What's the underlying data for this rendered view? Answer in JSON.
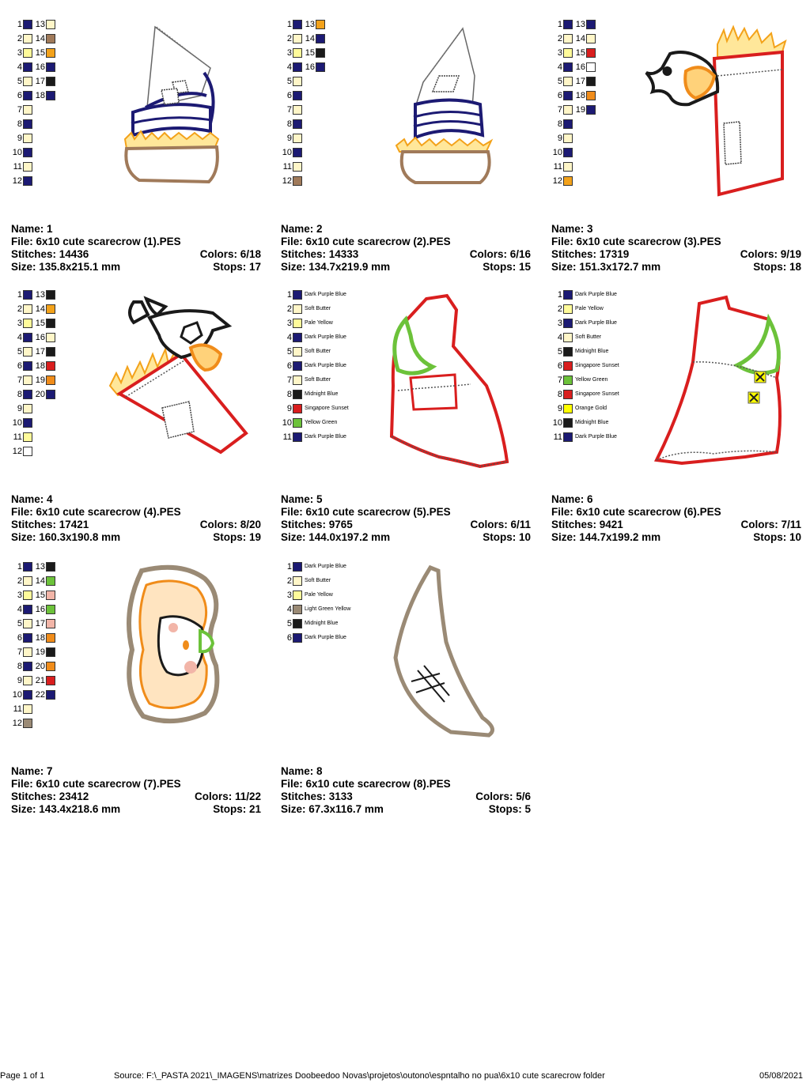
{
  "colors": {
    "navy": "#1c1a73",
    "cream": "#fff6c8",
    "tan": "#a07a5a",
    "orange": "#f3a21a",
    "black": "#1a1a1a",
    "red": "#d91e1e",
    "yellowpale": "#fffb9a",
    "white": "#ffffff",
    "green": "#6cc23a",
    "pink": "#f2b5a8",
    "brown": "#9a8a75",
    "yellow": "#ffff00",
    "gold": "#f08c1a"
  },
  "designs": [
    {
      "name": "Name: 1",
      "file": "File: 6x10 cute scarecrow (1).PES",
      "stitches": "Stitches: 14436",
      "colors": "Colors: 6/18",
      "size": "Size: 135.8x215.1 mm",
      "stops": "Stops: 17",
      "legend_named": false,
      "legend": [
        [
          "1",
          "navy"
        ],
        [
          "2",
          "cream"
        ],
        [
          "3",
          "yellowpale"
        ],
        [
          "4",
          "navy"
        ],
        [
          "5",
          "cream"
        ],
        [
          "6",
          "navy"
        ],
        [
          "7",
          "cream"
        ],
        [
          "8",
          "navy"
        ],
        [
          "9",
          "cream"
        ],
        [
          "10",
          "navy"
        ],
        [
          "11",
          "cream"
        ],
        [
          "12",
          "navy"
        ],
        [
          "13",
          "cream"
        ],
        [
          "14",
          "tan"
        ],
        [
          "15",
          "orange"
        ],
        [
          "16",
          "navy"
        ],
        [
          "17",
          "black"
        ],
        [
          "18",
          "navy"
        ]
      ]
    },
    {
      "name": "Name: 2",
      "file": "File: 6x10 cute scarecrow (2).PES",
      "stitches": "Stitches: 14333",
      "colors": "Colors: 6/16",
      "size": "Size: 134.7x219.9 mm",
      "stops": "Stops: 15",
      "legend_named": false,
      "legend": [
        [
          "1",
          "navy"
        ],
        [
          "2",
          "cream"
        ],
        [
          "3",
          "yellowpale"
        ],
        [
          "4",
          "navy"
        ],
        [
          "5",
          "cream"
        ],
        [
          "6",
          "navy"
        ],
        [
          "7",
          "cream"
        ],
        [
          "8",
          "navy"
        ],
        [
          "9",
          "cream"
        ],
        [
          "10",
          "navy"
        ],
        [
          "11",
          "cream"
        ],
        [
          "12",
          "tan"
        ],
        [
          "13",
          "orange"
        ],
        [
          "14",
          "navy"
        ],
        [
          "15",
          "black"
        ],
        [
          "16",
          "navy"
        ]
      ]
    },
    {
      "name": "Name: 3",
      "file": "File: 6x10 cute scarecrow (3).PES",
      "stitches": "Stitches: 17319",
      "colors": "Colors: 9/19",
      "size": "Size: 151.3x172.7 mm",
      "stops": "Stops: 18",
      "legend_named": false,
      "legend": [
        [
          "1",
          "navy"
        ],
        [
          "2",
          "cream"
        ],
        [
          "3",
          "yellowpale"
        ],
        [
          "4",
          "navy"
        ],
        [
          "5",
          "cream"
        ],
        [
          "6",
          "navy"
        ],
        [
          "7",
          "cream"
        ],
        [
          "8",
          "navy"
        ],
        [
          "9",
          "cream"
        ],
        [
          "10",
          "navy"
        ],
        [
          "11",
          "cream"
        ],
        [
          "12",
          "orange"
        ],
        [
          "13",
          "navy"
        ],
        [
          "14",
          "cream"
        ],
        [
          "15",
          "red"
        ],
        [
          "16",
          "white"
        ],
        [
          "17",
          "black"
        ],
        [
          "18",
          "gold"
        ],
        [
          "19",
          "navy"
        ]
      ]
    },
    {
      "name": "Name: 4",
      "file": "File: 6x10 cute scarecrow (4).PES",
      "stitches": "Stitches: 17421",
      "colors": "Colors: 8/20",
      "size": "Size: 160.3x190.8 mm",
      "stops": "Stops: 19",
      "legend_named": false,
      "legend": [
        [
          "1",
          "navy"
        ],
        [
          "2",
          "cream"
        ],
        [
          "3",
          "yellowpale"
        ],
        [
          "4",
          "navy"
        ],
        [
          "5",
          "cream"
        ],
        [
          "6",
          "navy"
        ],
        [
          "7",
          "cream"
        ],
        [
          "8",
          "navy"
        ],
        [
          "9",
          "cream"
        ],
        [
          "10",
          "navy"
        ],
        [
          "11",
          "yellowpale"
        ],
        [
          "12",
          "white"
        ],
        [
          "13",
          "black"
        ],
        [
          "14",
          "orange"
        ],
        [
          "15",
          "black"
        ],
        [
          "16",
          "cream"
        ],
        [
          "17",
          "black"
        ],
        [
          "18",
          "red"
        ],
        [
          "19",
          "gold"
        ],
        [
          "20",
          "navy"
        ]
      ]
    },
    {
      "name": "Name: 5",
      "file": "File: 6x10 cute scarecrow (5).PES",
      "stitches": "Stitches: 9765",
      "colors": "Colors: 6/11",
      "size": "Size: 144.0x197.2 mm",
      "stops": "Stops: 10",
      "legend_named": true,
      "legend": [
        [
          "1",
          "navy",
          "Dark Purple Blue"
        ],
        [
          "2",
          "cream",
          "Soft Butter"
        ],
        [
          "3",
          "yellowpale",
          "Pale Yellow"
        ],
        [
          "4",
          "navy",
          "Dark Purple Blue"
        ],
        [
          "5",
          "cream",
          "Soft Butter"
        ],
        [
          "6",
          "navy",
          "Dark Purple Blue"
        ],
        [
          "7",
          "cream",
          "Soft Butter"
        ],
        [
          "8",
          "black",
          "Midnight Blue"
        ],
        [
          "9",
          "red",
          "Singapore Sunset"
        ],
        [
          "10",
          "green",
          "Yellow Green"
        ],
        [
          "11",
          "navy",
          "Dark Purple Blue"
        ]
      ]
    },
    {
      "name": "Name: 6",
      "file": "File: 6x10 cute scarecrow (6).PES",
      "stitches": "Stitches: 9421",
      "colors": "Colors: 7/11",
      "size": "Size: 144.7x199.2 mm",
      "stops": "Stops: 10",
      "legend_named": true,
      "legend": [
        [
          "1",
          "navy",
          "Dark Purple Blue"
        ],
        [
          "2",
          "yellowpale",
          "Pale Yellow"
        ],
        [
          "3",
          "navy",
          "Dark Purple Blue"
        ],
        [
          "4",
          "cream",
          "Soft Butter"
        ],
        [
          "5",
          "black",
          "Midnight Blue"
        ],
        [
          "6",
          "red",
          "Singapore Sunset"
        ],
        [
          "7",
          "green",
          "Yellow Green"
        ],
        [
          "8",
          "red",
          "Singapore Sunset"
        ],
        [
          "9",
          "yellow",
          "Orange Gold"
        ],
        [
          "10",
          "black",
          "Midnight Blue"
        ],
        [
          "11",
          "navy",
          "Dark Purple Blue"
        ]
      ]
    },
    {
      "name": "Name: 7",
      "file": "File: 6x10 cute scarecrow (7).PES",
      "stitches": "Stitches: 23412",
      "colors": "Colors: 11/22",
      "size": "Size: 143.4x218.6 mm",
      "stops": "Stops: 21",
      "legend_named": false,
      "legend": [
        [
          "1",
          "navy"
        ],
        [
          "2",
          "cream"
        ],
        [
          "3",
          "yellowpale"
        ],
        [
          "4",
          "navy"
        ],
        [
          "5",
          "cream"
        ],
        [
          "6",
          "navy"
        ],
        [
          "7",
          "cream"
        ],
        [
          "8",
          "navy"
        ],
        [
          "9",
          "cream"
        ],
        [
          "10",
          "navy"
        ],
        [
          "11",
          "cream"
        ],
        [
          "12",
          "brown"
        ],
        [
          "13",
          "black"
        ],
        [
          "14",
          "green"
        ],
        [
          "15",
          "pink"
        ],
        [
          "16",
          "green"
        ],
        [
          "17",
          "pink"
        ],
        [
          "18",
          "gold"
        ],
        [
          "19",
          "black"
        ],
        [
          "20",
          "gold"
        ],
        [
          "21",
          "red"
        ],
        [
          "22",
          "navy"
        ]
      ]
    },
    {
      "name": "Name: 8",
      "file": "File: 6x10 cute scarecrow (8).PES",
      "stitches": "Stitches: 3133",
      "colors": "Colors: 5/6",
      "size": "Size: 67.3x116.7 mm",
      "stops": "Stops: 5",
      "legend_named": true,
      "legend": [
        [
          "1",
          "navy",
          "Dark Purple Blue"
        ],
        [
          "2",
          "cream",
          "Soft Butter"
        ],
        [
          "3",
          "yellowpale",
          "Pale Yellow"
        ],
        [
          "4",
          "brown",
          "Light Green Yellow"
        ],
        [
          "5",
          "black",
          "Midnight Blue"
        ],
        [
          "6",
          "navy",
          "Dark Purple Blue"
        ]
      ]
    }
  ],
  "footer": {
    "page": "Page 1 of 1",
    "source": "Source: F:\\_PASTA 2021\\_IMAGENS\\matrizes Doobeedoo Novas\\projetos\\outono\\espntalho no pua\\6x10 cute scarecrow folder",
    "date": "05/08/2021"
  }
}
